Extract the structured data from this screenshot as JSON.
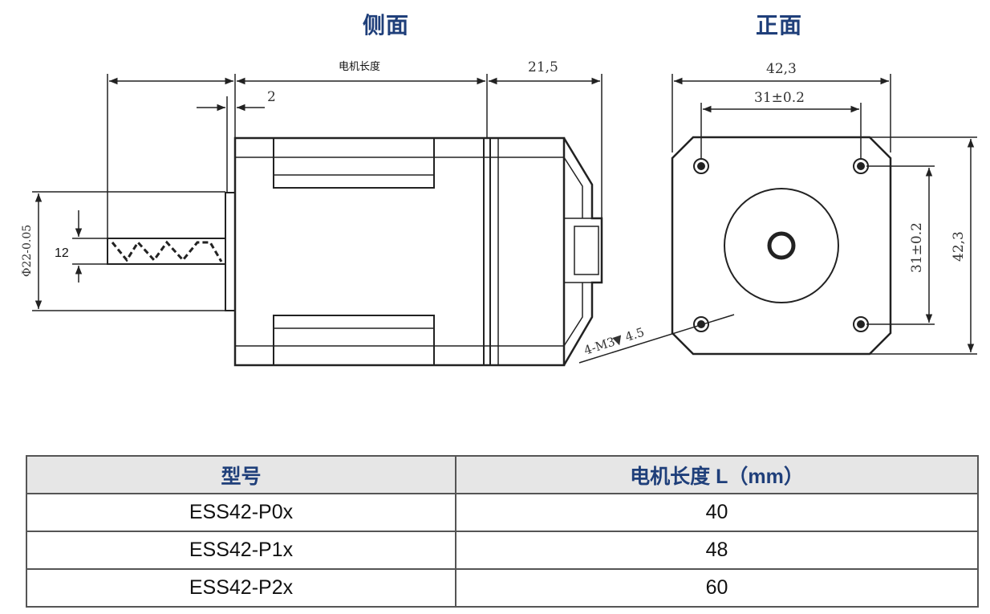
{
  "views": {
    "side": "侧面",
    "front": "正面"
  },
  "dimensions": {
    "motor_length": "电机长度",
    "shaft_length": "21,5",
    "flange_step": "2",
    "shaft_flat": "12",
    "pilot_diameter": "Φ22-0.05",
    "body_width": "42,3",
    "hole_spacing_h": "31±0.2",
    "hole_spacing_v": "31±0.2",
    "body_height": "42,3",
    "thread": "4-M3",
    "thread_depth": "4.5"
  },
  "table": {
    "headers": [
      "型号",
      "电机长度 L（mm）"
    ],
    "rows": [
      [
        "ESS42-P0x",
        "40"
      ],
      [
        "ESS42-P1x",
        "48"
      ],
      [
        "ESS42-P2x",
        "60"
      ]
    ]
  }
}
